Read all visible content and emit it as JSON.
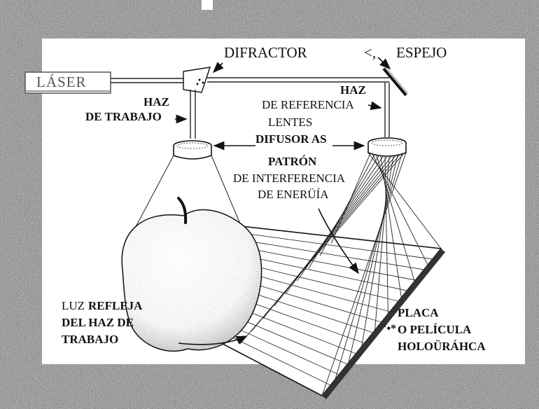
{
  "labels": {
    "laser": "LÁSER",
    "diffractor": "DIFRACTOR",
    "diffractor_mark": "<,",
    "mirror": "ESPEJO",
    "work_beam_1": "HAZ",
    "work_beam_2": "DE TRABAJO",
    "ref_beam_1": "HAZ",
    "ref_beam_2": "DE REFERENCIA",
    "lenses_1": "LENTES",
    "lenses_2": "DIFUSOR AS",
    "pattern_1": "PATRÓN",
    "pattern_2": "DE INTERFERENCIA",
    "pattern_3": "DE ENERÜÍA",
    "reflected_1a": "LUZ",
    "reflected_1b": "REFLEJA",
    "reflected_2": "DEL HAZ DE",
    "reflected_3": "TRABAJO",
    "plate_1": "PLACA",
    "plate_2a": "'•*",
    "plate_2b": "O PELÍCULA",
    "plate_3": "HOLOÜRÁHCA"
  },
  "colors": {
    "border_texture": "#8a8a8a",
    "panel": "#ffffff",
    "ink": "#111111"
  }
}
